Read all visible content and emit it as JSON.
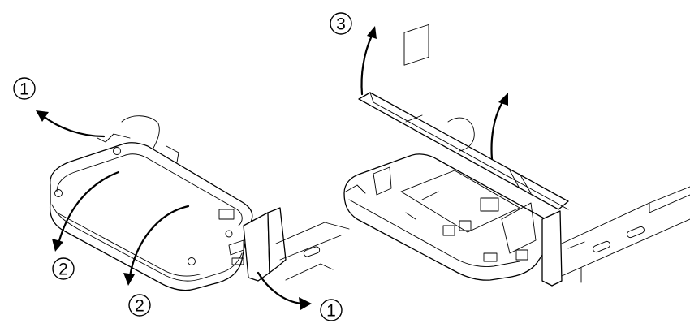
{
  "steps": {
    "left_top": "1",
    "left_bottom": "1",
    "left_mid_a": "2",
    "left_mid_b": "2",
    "right_top": "3"
  },
  "colors": {
    "line": "#000000",
    "background": "#ffffff"
  }
}
